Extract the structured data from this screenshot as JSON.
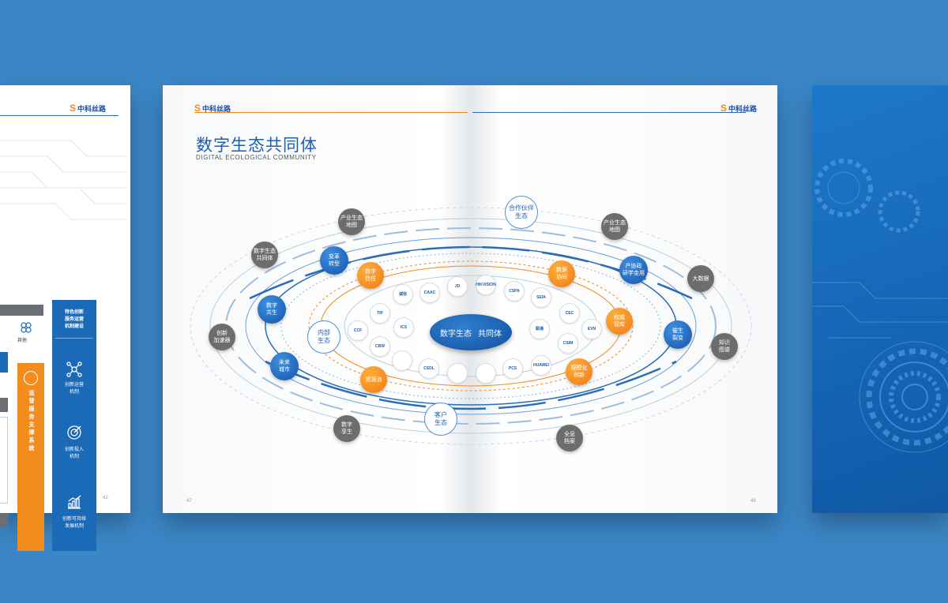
{
  "left_page": {
    "logo_text": "中科丝路",
    "label_other": "其他",
    "column_title": "特色创新\n服务运营\n机制建设",
    "items": [
      "创新运营\n机制",
      "创新投入\n机制",
      "创新可持续\n发展机制"
    ],
    "orange_label": "运营服务支撑系统",
    "page_number": "42"
  },
  "spread": {
    "logo_text": "中科丝路",
    "title": "数字生态共同体",
    "subtitle": "DIGITAL ECOLOGICAL COMMUNITY",
    "center": {
      "left": "数字生态",
      "right": "共同体"
    },
    "white_nodes": [
      "合作伙伴\n生态",
      "内部\n生态",
      "客户\n生态"
    ],
    "gray_nodes": [
      "产业生态\n地图",
      "数字生态\n共同体",
      "创新\n加速器",
      "数字\n孪生",
      "产业生态\n地图",
      "大数据",
      "知识\n图谱",
      "全息\n档案"
    ],
    "blue_nodes": [
      "变革\n转型",
      "数字\n共生",
      "未来\n城市",
      "产协政\n研学金用",
      "催生\n裂变"
    ],
    "orange_nodes": [
      "数字\n信任",
      "数据\n协同",
      "权威\n智库",
      "资源池",
      "规模化\n创新"
    ],
    "partner_logos": [
      "诚信",
      "CAAC",
      "JD",
      "HIKVISION",
      "CSPA",
      "SEIA",
      "TIP",
      "CCF",
      "ICS",
      "CBW",
      "CEC",
      "EVN",
      "联通",
      "CSIM",
      "HUAWEI",
      "PCS",
      "CSDL"
    ],
    "page_left": "47",
    "page_right": "48"
  },
  "colors": {
    "background": "#3b86c6",
    "primary": "#1f5fa9",
    "accent": "#f08a20",
    "gray": "#6d6d6d"
  }
}
